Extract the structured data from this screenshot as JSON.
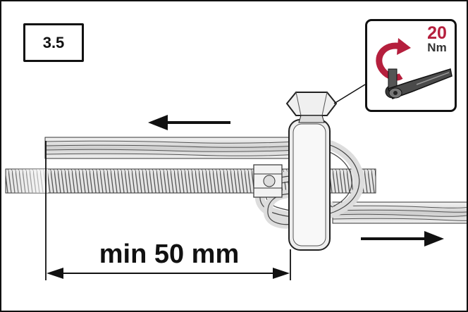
{
  "step": {
    "number": "3.5"
  },
  "torque": {
    "value": "20",
    "unit": "Nm",
    "accent_color": "#b51f3d",
    "icon": "torque-wrench-icon"
  },
  "dimension": {
    "label": "min 50 mm"
  },
  "arrows": {
    "top": "arrow-left-icon",
    "bottom": "arrow-right-icon"
  }
}
